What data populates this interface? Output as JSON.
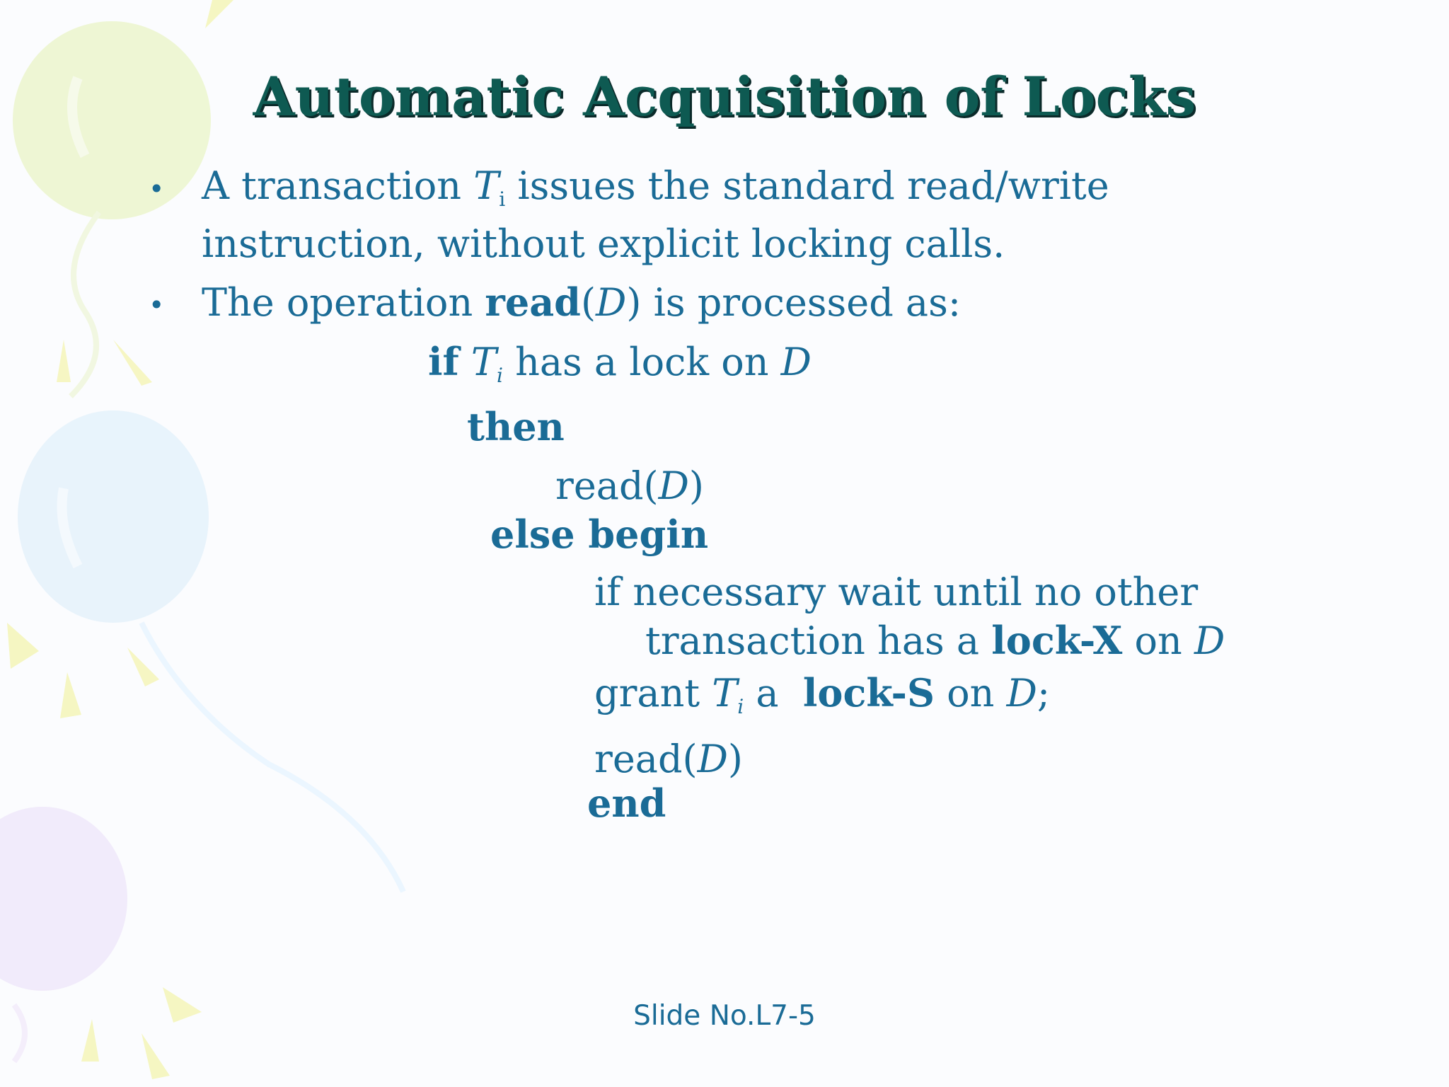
{
  "slide": {
    "title": "Automatic Acquisition of Locks",
    "bullets": [
      {
        "marker": "•",
        "line1_a": "A transaction ",
        "T": "T",
        "sub": "i",
        "line1_b": " issues the standard read/write",
        "line2": "instruction, without explicit locking calls."
      },
      {
        "marker": "•",
        "a": "The operation ",
        "read": "read",
        "open": "(",
        "D": "D",
        "close": ")",
        "b": " is processed as:"
      }
    ],
    "code": {
      "if_kw": "if",
      "T": "T",
      "sub": "i",
      "has_lock": " has a lock on ",
      "D": "D",
      "then_kw": "then",
      "read1": "read(",
      "read1_D": "D",
      "read1_close": ")",
      "else_begin": "else begin",
      "wait_line": "if necessary wait until no other",
      "trans_line_a": "transaction has a ",
      "lock_x": "lock-X",
      "trans_line_b": " on ",
      "trans_D": "D",
      "grant_a": "grant ",
      "grant_T": "T",
      "grant_sub": "i",
      "grant_b": " a  ",
      "lock_s": "lock-S",
      "grant_c": " on ",
      "grant_D": "D",
      "grant_semi": ";",
      "read2": "read(",
      "read2_D": "D",
      "read2_close": ")",
      "end_kw": "end"
    },
    "footer": "Slide No.L7-5"
  },
  "colors": {
    "text": "#1a6b96",
    "title": "#0e5a52",
    "title_shadow": "#0b2a2a",
    "background": "#fbfcfe"
  }
}
